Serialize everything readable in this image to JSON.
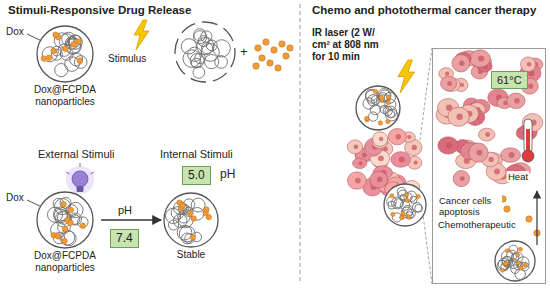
{
  "diagram": {
    "nodes": [
      {
        "text": [
          "Dox@FCPDA nanoparticles"
        ]
      },
      {
        "text": [
          "5.0"
        ]
      },
      {
        "text": [
          "Dox@FCPDA nanoparticles"
        ]
      },
      {
        "text": [
          "7.4"
        ]
      },
      {
        "text": [
          "Stable"
        ]
      },
      {
        "text": [
          "Cancer cells apoptosis",
          "Chemotherapeutic",
          "Heat"
        ]
      },
      {
        "text": [
          "61°C"
        ],
        "in": 5
      }
    ],
    "edges": [
      {
        "from": 2,
        "to": 4,
        "arrow": "to"
      }
    ],
    "labels": [
      "Stimuli-Responsive Drug Release",
      "Dox",
      "Stimulus",
      "+",
      "External Stimuli",
      "Internal Stimuli",
      "pH",
      "Dox",
      "pH",
      "Chemo and photothermal cancer therapy",
      "IR laser (2 W/ cm² at 808 nm for 10 min"
    ]
  }
}
